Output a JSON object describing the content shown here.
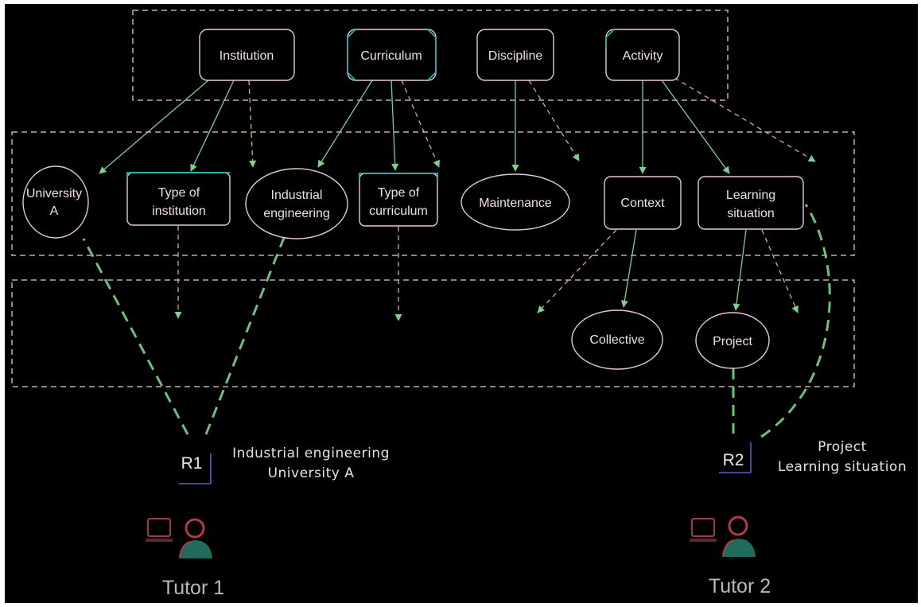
{
  "colors": {
    "background": "#000000",
    "frame": "#ffffff",
    "node_stroke": "#e7c9d6",
    "node_accent": "#25b8b8",
    "solid_arrow": "#7fcf8f",
    "dashed_arrow": "#d9a4bd",
    "assoc_link": "#6fbf7f",
    "dashed_box": "#c9a7b8",
    "text": "#f0dde6"
  },
  "top_level": {
    "institution": "Institution",
    "curriculum": "Curriculum",
    "discipline": "Discipline",
    "activity": "Activity"
  },
  "mid_level": {
    "university_a_line1": "University",
    "university_a_line2": "A",
    "type_institution_line1": "Type of",
    "type_institution_line2": "institution",
    "industrial_line1": "Industrial",
    "industrial_line2": "engineering",
    "type_curriculum_line1": "Type of",
    "type_curriculum_line2": "curriculum",
    "maintenance": "Maintenance",
    "context": "Context",
    "learning_line1": "Learning",
    "learning_line2": "situation"
  },
  "low_level": {
    "collective": "Collective",
    "project": "Project"
  },
  "resources": {
    "r1": {
      "label": "R1",
      "line1": "Industrial engineering",
      "line2": "University A",
      "tutor": "Tutor 1",
      "icon": "tutor-person-icon"
    },
    "r2": {
      "label": "R2",
      "line1": "Project",
      "line2": "Learning situation",
      "tutor": "Tutor 2",
      "icon": "tutor-person-icon"
    }
  }
}
